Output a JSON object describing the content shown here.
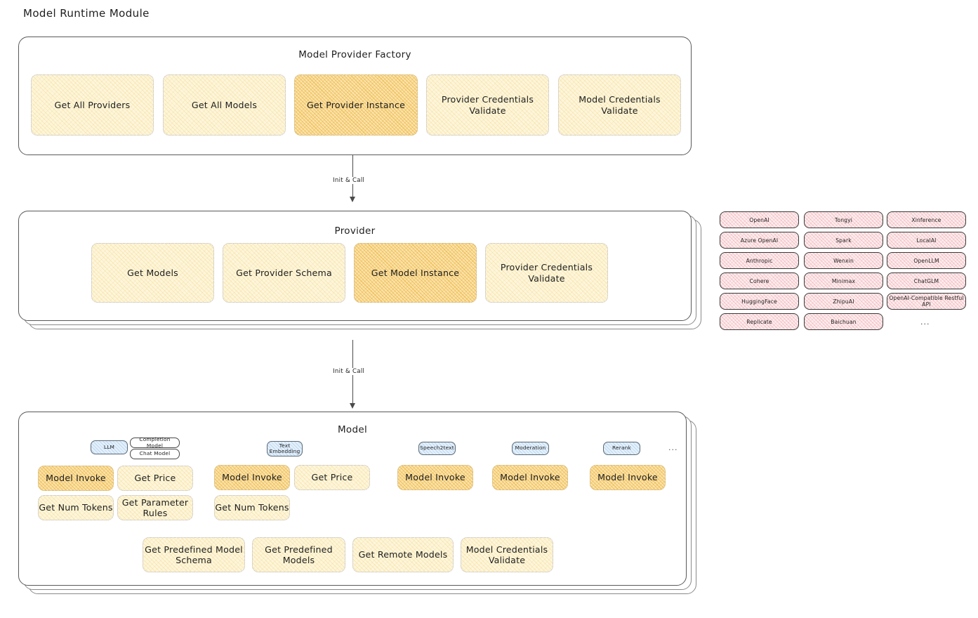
{
  "page": {
    "title": "Model Runtime Module"
  },
  "factory": {
    "title": "Model Provider Factory",
    "items": [
      {
        "label": "Get All Providers",
        "highlighted": false
      },
      {
        "label": "Get All Models",
        "highlighted": false
      },
      {
        "label": "Get Provider Instance",
        "highlighted": true
      },
      {
        "label": "Provider Credentials Validate",
        "highlighted": false
      },
      {
        "label": "Model Credentials Validate",
        "highlighted": false
      }
    ]
  },
  "arrow_1": {
    "label": "Init & Call"
  },
  "provider": {
    "title": "Provider",
    "items": [
      {
        "label": "Get Models",
        "highlighted": false
      },
      {
        "label": "Get Provider Schema",
        "highlighted": false
      },
      {
        "label": "Get Model Instance",
        "highlighted": true
      },
      {
        "label": "Provider Credentials Validate",
        "highlighted": false
      }
    ]
  },
  "provider_list": {
    "column_1": [
      "OpenAI",
      "Azure OpenAI",
      "Anthropic",
      "Cohere",
      "HuggingFace",
      "Replicate"
    ],
    "column_2": [
      "Tongyi",
      "Spark",
      "Wenxin",
      "Minimax",
      "ZhipuAI",
      "Baichuan"
    ],
    "column_3": [
      "Xinference",
      "LocalAI",
      "OpenLLM",
      "ChatGLM",
      "OpenAI-Compatible Restful API"
    ],
    "ellipsis": "..."
  },
  "arrow_2": {
    "label": "Init & Call"
  },
  "model": {
    "title": "Model",
    "ellipsis": "...",
    "groups": [
      {
        "tag": "LLM",
        "subtags": [
          "Completion Model",
          "Chat Model"
        ],
        "items": [
          {
            "label": "Model Invoke",
            "highlighted": true
          },
          {
            "label": "Get Price",
            "highlighted": false
          },
          {
            "label": "Get Num Tokens",
            "highlighted": false
          },
          {
            "label": "Get Parameter Rules",
            "highlighted": false
          }
        ]
      },
      {
        "tag": "Text Embedding",
        "subtags": [],
        "items": [
          {
            "label": "Model Invoke",
            "highlighted": true
          },
          {
            "label": "Get Price",
            "highlighted": false
          },
          {
            "label": "Get Num Tokens",
            "highlighted": false
          }
        ]
      },
      {
        "tag": "Speech2text",
        "subtags": [],
        "items": [
          {
            "label": "Model Invoke",
            "highlighted": true
          }
        ]
      },
      {
        "tag": "Moderation",
        "subtags": [],
        "items": [
          {
            "label": "Model Invoke",
            "highlighted": true
          }
        ]
      },
      {
        "tag": "Rerank",
        "subtags": [],
        "items": [
          {
            "label": "Model Invoke",
            "highlighted": true
          }
        ]
      }
    ],
    "common_items": [
      "Get Predefined Model Schema",
      "Get Predefined Models",
      "Get Remote Models",
      "Model Credentials Validate"
    ]
  }
}
